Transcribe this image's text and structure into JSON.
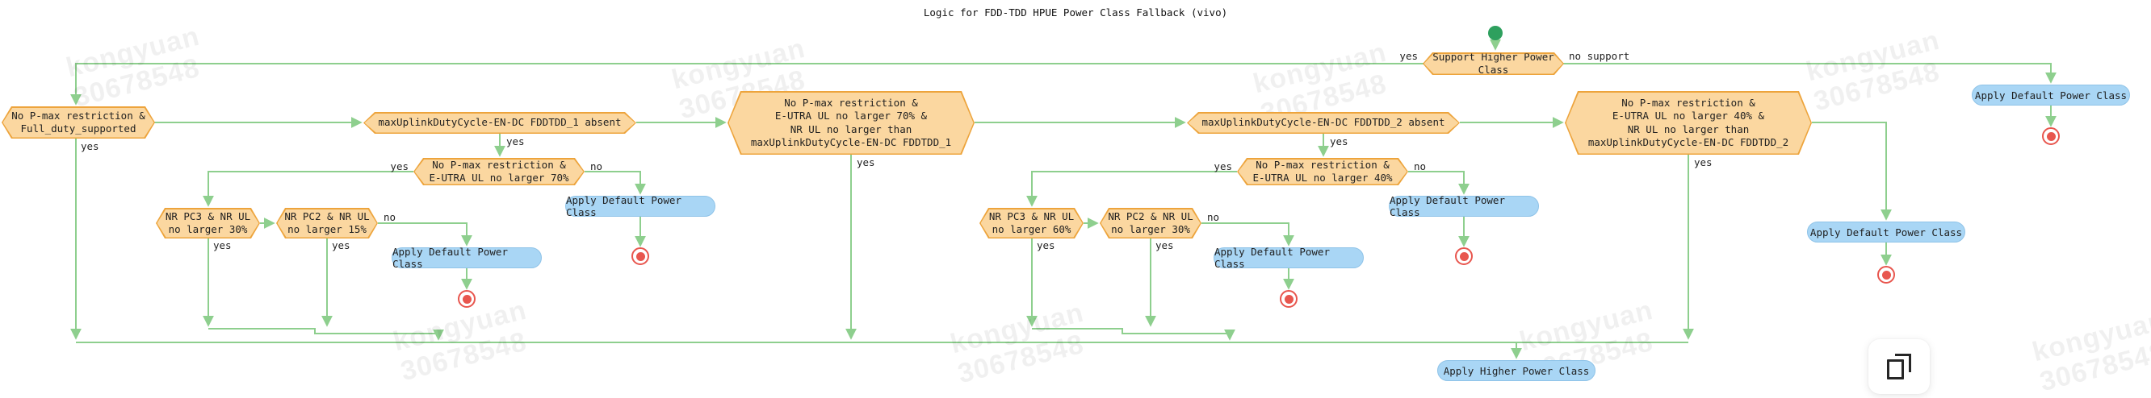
{
  "title": "Logic for FDD-TDD HPUE Power Class Fallback (vivo)",
  "watermark": {
    "line1": "kongyuan",
    "line2": "30678548"
  },
  "labels": {
    "yes": "yes",
    "no": "no",
    "no_support": "no support"
  },
  "decisions": {
    "support": "Support Higher Power Class",
    "full_duty": "No P-max restriction &\nFull_duty_supported",
    "duty1_absent": "maxUplinkDutyCycle-EN-DC FDDTDD_1 absent",
    "duty1_check": "No P-max restriction &\nE-UTRA UL no larger 70% &\nNR UL no larger than\nmaxUplinkDutyCycle-EN-DC FDDTDD_1",
    "eutra70": "No P-max restriction &\nE-UTRA UL no larger 70%",
    "pc3_30": "NR PC3 & NR UL\nno larger 30%",
    "pc2_15": "NR PC2 & NR UL\nno larger 15%",
    "duty2_absent": "maxUplinkDutyCycle-EN-DC FDDTDD_2 absent",
    "duty2_check": "No P-max restriction &\nE-UTRA UL no larger 40% &\nNR UL no larger than\nmaxUplinkDutyCycle-EN-DC FDDTDD_2",
    "eutra40": "No P-max restriction &\nE-UTRA UL no larger 40%",
    "pc3_60": "NR PC3 & NR UL\nno larger 60%",
    "pc2_30": "NR PC2 & NR UL\nno larger 30%"
  },
  "actions": {
    "apply_default": "Apply Default Power Class",
    "apply_higher": "Apply Higher Power Class"
  },
  "colors": {
    "line": "#8ecf8e",
    "decision_fill": "#fbd7a0",
    "decision_border": "#eda43c",
    "action_fill": "#a9d6f5",
    "action_border": "#8fc3e8",
    "start": "#2ea05e",
    "end": "#e8564e"
  }
}
